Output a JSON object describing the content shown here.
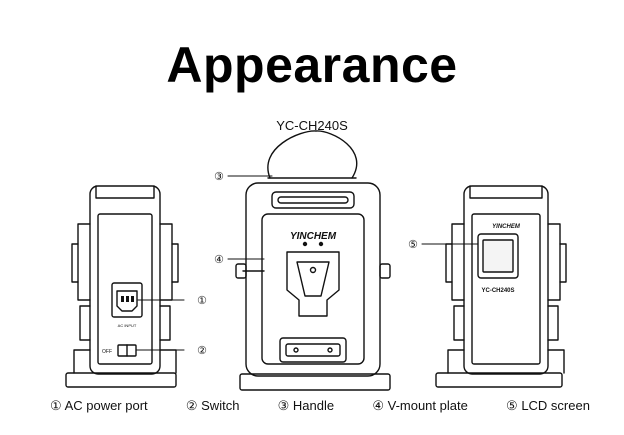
{
  "title": "Appearance",
  "model": "YC-CH240S",
  "brand": "YINCHEM",
  "screen_model": "YC-CH240S",
  "port_label": "AC INPUT",
  "switch_off": "OFF",
  "callouts": [
    "①",
    "②",
    "③",
    "④",
    "⑤"
  ],
  "legend": [
    {
      "num": "①",
      "label": "AC power port"
    },
    {
      "num": "②",
      "label": "Switch"
    },
    {
      "num": "③",
      "label": "Handle"
    },
    {
      "num": "④",
      "label": "V-mount plate"
    },
    {
      "num": "⑤",
      "label": "LCD screen"
    }
  ]
}
